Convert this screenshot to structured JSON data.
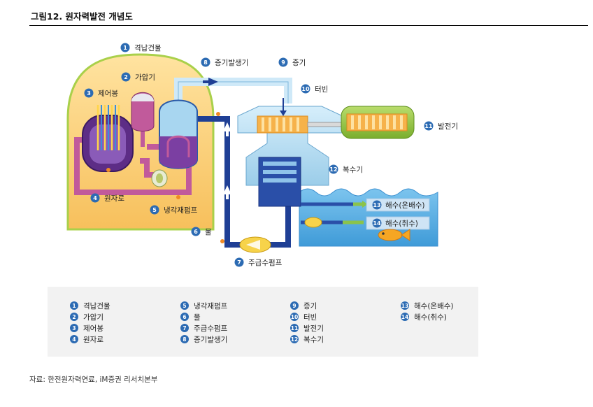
{
  "title": "그림12.  원자력발전 개념도",
  "labels": [
    {
      "num": "1",
      "text": "격납건물"
    },
    {
      "num": "2",
      "text": "가압기"
    },
    {
      "num": "3",
      "text": "제어봉"
    },
    {
      "num": "4",
      "text": "원자로"
    },
    {
      "num": "5",
      "text": "냉각재펌프"
    },
    {
      "num": "6",
      "text": "물"
    },
    {
      "num": "7",
      "text": "주급수펌프"
    },
    {
      "num": "8",
      "text": "증기발생기"
    },
    {
      "num": "9",
      "text": "증기"
    },
    {
      "num": "10",
      "text": "터빈"
    },
    {
      "num": "11",
      "text": "발전기"
    },
    {
      "num": "12",
      "text": "복수기"
    },
    {
      "num": "13",
      "text": "해수(온배수)"
    },
    {
      "num": "14",
      "text": "해수(취수)"
    }
  ],
  "source": "자료: 한전원자력연료, iM증권 리서치본부",
  "colors": {
    "badge": "#2c6bb3",
    "containment": "#fbd27f",
    "primary_loop": "#b04a8f",
    "secondary_loop": "#1f3f95",
    "steam": "#a8d6f0",
    "sea": "#4aa6e2",
    "generator": "#8dbe3f"
  }
}
